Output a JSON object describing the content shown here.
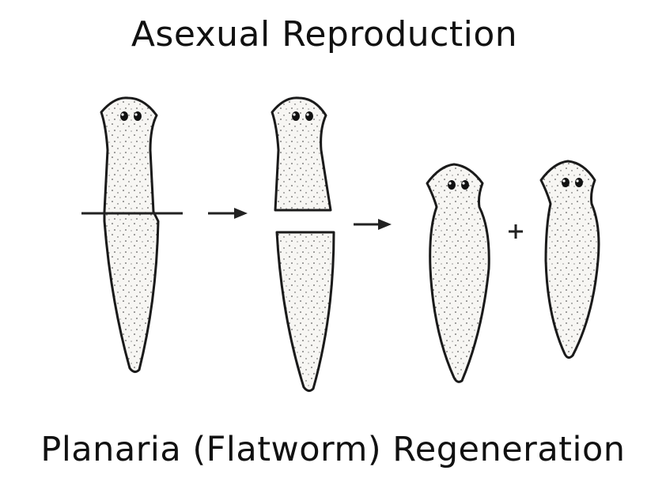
{
  "title": "Asexual Reproduction",
  "caption": "Planaria (Flatworm) Regeneration",
  "stages": [
    {
      "name": "whole-worm-with-cut"
    },
    {
      "name": "divided-halves"
    },
    {
      "name": "regenerated-worms"
    }
  ],
  "plus_symbol": "+"
}
